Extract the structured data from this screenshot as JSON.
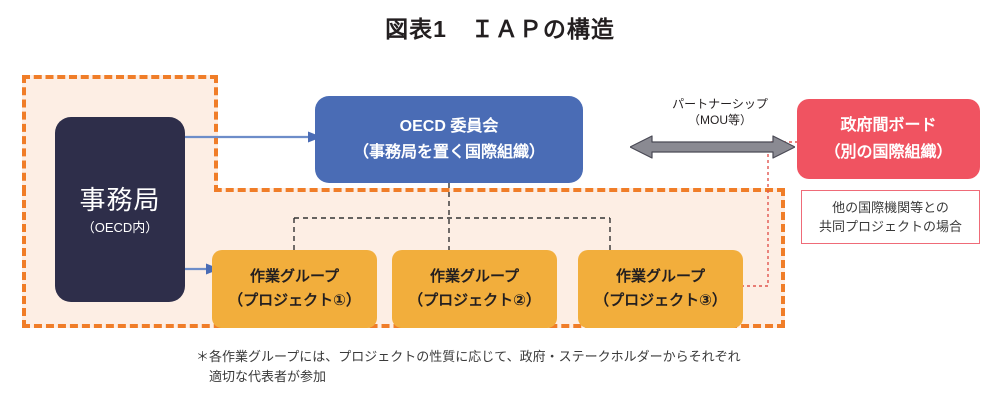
{
  "title": "図表1　ＩＡＰの構造",
  "nodes": {
    "secretariat": {
      "line1": "事務局",
      "line2": "（OECD内）"
    },
    "committee": {
      "line1": "OECD 委員会",
      "line2": "（事務局を置く国際組織）"
    },
    "board": {
      "line1": "政府間ボード",
      "line2": "（別の国際組織）"
    },
    "note": {
      "line1": "他の国際機関等との",
      "line2": "共同プロジェクトの場合"
    },
    "working_groups": [
      {
        "line1": "作業グループ",
        "line2": "（プロジェクト①）"
      },
      {
        "line1": "作業グループ",
        "line2": "（プロジェクト②）"
      },
      {
        "line1": "作業グループ",
        "line2": "（プロジェクト③）"
      }
    ]
  },
  "connectors": {
    "partnership": {
      "line1": "パートナーシップ",
      "line2": "（MOU等）"
    }
  },
  "footnote": {
    "line1": "＊各作業グループには、プロジェクトの性質に応じて、政府・ステークホルダーからそれぞれ",
    "line2": "適切な代表者が参加"
  },
  "colors": {
    "navy": "#2e2e4a",
    "blue": "#4a6cb5",
    "orange_box": "#f2ae3c",
    "orange_dash": "#f07d28",
    "scope_fill": "#fdeee4",
    "red": "#f05361",
    "red_note_border": "#ef6b78",
    "gray_arrow": "#808080",
    "tree_dash": "#333333",
    "background": "#ffffff"
  }
}
